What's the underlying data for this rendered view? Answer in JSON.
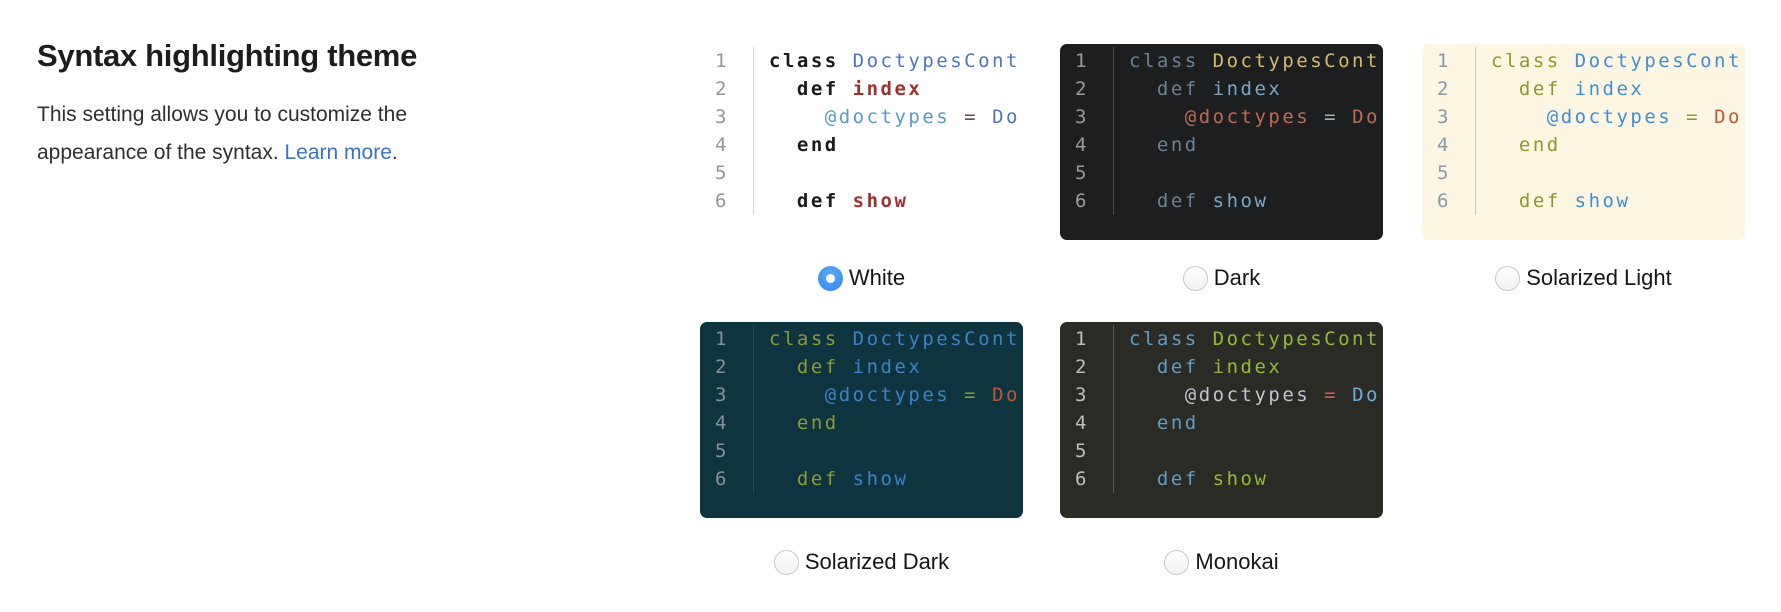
{
  "section": {
    "title": "Syntax highlighting theme",
    "description_before_link": "This setting allows you to customize the appearance of the syntax. ",
    "link_label": "Learn more",
    "description_after_link": ".",
    "link_color": "#3b73c4"
  },
  "code_sample": {
    "line_numbers": [
      "1",
      "2",
      "3",
      "4",
      "5",
      "6"
    ],
    "lines": [
      {
        "tokens": [
          {
            "c": "kw",
            "t": "class"
          },
          {
            "c": "pl",
            "t": " "
          },
          {
            "c": "cls",
            "t": "DoctypesCont"
          }
        ]
      },
      {
        "tokens": [
          {
            "c": "pl",
            "t": "  "
          },
          {
            "c": "kw",
            "t": "def"
          },
          {
            "c": "pl",
            "t": " "
          },
          {
            "c": "fn",
            "t": "index"
          }
        ]
      },
      {
        "tokens": [
          {
            "c": "pl",
            "t": "    "
          },
          {
            "c": "var",
            "t": "@doctypes"
          },
          {
            "c": "pl",
            "t": " "
          },
          {
            "c": "op",
            "t": "="
          },
          {
            "c": "pl",
            "t": " "
          },
          {
            "c": "const",
            "t": "Do"
          }
        ]
      },
      {
        "tokens": [
          {
            "c": "pl",
            "t": "  "
          },
          {
            "c": "kw",
            "t": "end"
          }
        ]
      },
      {
        "tokens": []
      },
      {
        "tokens": [
          {
            "c": "pl",
            "t": "  "
          },
          {
            "c": "kw",
            "t": "def"
          },
          {
            "c": "pl",
            "t": " "
          },
          {
            "c": "fn",
            "t": "show"
          }
        ]
      }
    ]
  },
  "themes": [
    {
      "id": "white",
      "label": "White",
      "selected": true,
      "colors": {
        "bg": "#ffffff",
        "gutter_border": "#d8d8d8",
        "line_num": "#959595",
        "kw": "#1a1a1a",
        "cls": "#4e78b5",
        "fn": "#9e3231",
        "var": "#5a9cbc",
        "op": "#6d4c4a",
        "const": "#4e78b5",
        "pl": "#333333"
      },
      "bold_tokens": [
        "kw",
        "fn"
      ]
    },
    {
      "id": "dark",
      "label": "Dark",
      "selected": false,
      "colors": {
        "bg": "#1c1e1f",
        "gutter_border": "#4c4f45",
        "line_num": "#97999b",
        "kw": "#6d8191",
        "cls": "#d6ba6b",
        "fn": "#7fa5c5",
        "var": "#bd6b54",
        "op": "#a4b8a0",
        "const": "#bd6b54",
        "pl": "#c5c8c6"
      },
      "bold_tokens": []
    },
    {
      "id": "solarized-light",
      "label": "Solarized Light",
      "selected": false,
      "colors": {
        "bg": "#fdf6e3",
        "gutter_border": "#ccc8b6",
        "line_num": "#879aa4",
        "kw": "#8a9a31",
        "cls": "#418fd0",
        "fn": "#418fd0",
        "var": "#418fd0",
        "op": "#8a9a31",
        "const": "#bf5b31",
        "pl": "#657b83"
      },
      "bold_tokens": []
    },
    {
      "id": "solarized-dark",
      "label": "Solarized Dark",
      "selected": false,
      "colors": {
        "bg": "#0e3440",
        "gutter_border": "#1f4a58",
        "line_num": "#84919b",
        "kw": "#8a9a31",
        "cls": "#3c82c4",
        "fn": "#3c82c4",
        "var": "#3c82c4",
        "op": "#8a9a31",
        "const": "#bf5634",
        "pl": "#839496"
      },
      "bold_tokens": []
    },
    {
      "id": "monokai",
      "label": "Monokai",
      "selected": false,
      "colors": {
        "bg": "#2a2b25",
        "gutter_border": "#56574f",
        "line_num": "#bebfb7",
        "kw": "#5f9dc6",
        "cls": "#93b93a",
        "fn": "#93b93a",
        "var": "#c3c2ce",
        "op": "#dc5468",
        "const": "#68aed4",
        "pl": "#f8f8f2"
      },
      "bold_tokens": []
    }
  ],
  "radio": {
    "checked_fill_top": "#5fa9f7",
    "checked_fill_bottom": "#2f86ee",
    "checked_dot": "#ffffff",
    "unchecked_border": "#c9c9c9"
  }
}
